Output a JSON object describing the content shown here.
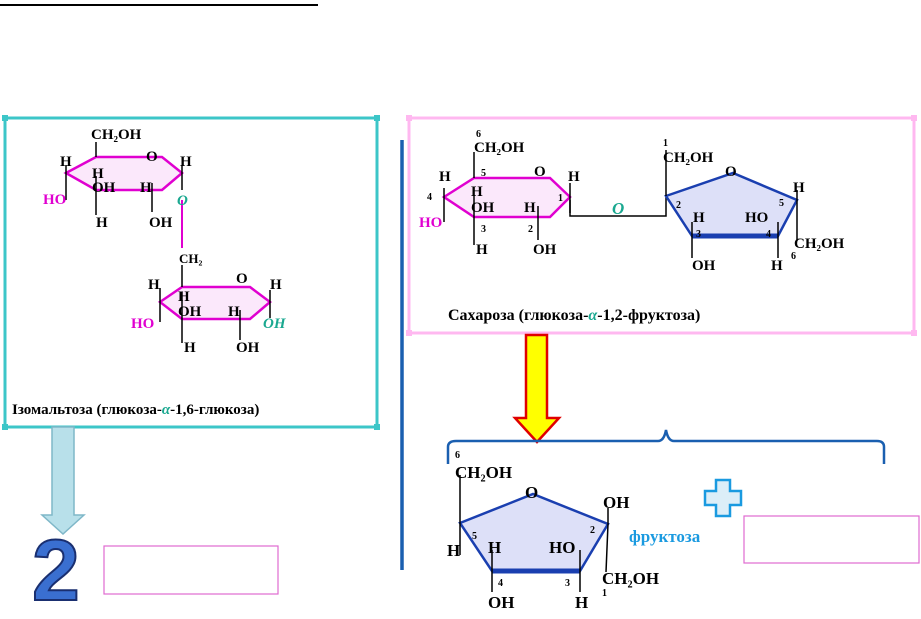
{
  "colors": {
    "teal_frame": "#3cc6c8",
    "pink_frame": "#ffb8f0",
    "magenta": "#e000d0",
    "blue": "#1a3fb0",
    "blue_fill": "#dde0f8",
    "pink_fill": "#fbe8fb",
    "green": "#1aa890",
    "cyan_text": "#1a9ae0",
    "arrow_yellow": "#ffff00",
    "arrow_red": "#e00000",
    "arrow_light": "#b8e0ea",
    "two_blue": "#3a6fd0"
  },
  "icons": [
    "down-arrow-icon",
    "plus-icon",
    "number-two-icon"
  ],
  "isomaltose": {
    "caption_prefix": "Ізомальтоза (глюкоза-",
    "caption_alpha": "α",
    "caption_suffix": "-1,6-глюкоза)",
    "top_ring": {
      "ch2oh": "CH₂OH",
      "O": "O",
      "h_tl": "H",
      "h_tr": "H",
      "h_in1": "H",
      "oh_in": "OH",
      "h_in2": "H",
      "ho": "HO",
      "h_bl": "H",
      "oh_br": "OH",
      "link_o": "O"
    },
    "bottom_ring": {
      "ch2": "CH₂",
      "O": "O",
      "h_tl": "H",
      "h_tr": "H",
      "h_in1": "H",
      "oh_in": "OH",
      "h_in2": "H",
      "ho": "HO",
      "oh_right": "OH",
      "h_bl": "H",
      "oh_br": "OH"
    }
  },
  "sucrose": {
    "caption_prefix": "Сахароза (глюкоза-",
    "caption_alpha": "α",
    "caption_suffix": "-1,2-фруктоза)",
    "glucose": {
      "n6": "6",
      "ch2oh": "CH₂OH",
      "O": "O",
      "n5": "5",
      "h_left": "H",
      "n4": "4",
      "h_in1": "H",
      "h_right": "H",
      "n1": "1",
      "oh_in": "OH",
      "h_in2": "H",
      "ho": "HO",
      "n3": "3",
      "n2": "2",
      "h_bot": "H",
      "oh_bot": "OH"
    },
    "link_o": "O",
    "fructose": {
      "n1": "1",
      "ch2oh_top": "CH₂OH",
      "O": "O",
      "h_right": "H",
      "n5": "5",
      "n2": "2",
      "h_in": "H",
      "ho_in": "HO",
      "n3": "3",
      "n4": "4",
      "ch2oh_right": "CH₂OH",
      "n6": "6",
      "oh_bot": "OH",
      "h_bot": "H"
    }
  },
  "fructose_product": {
    "n6": "6",
    "ch2oh_top": "CH₂OH",
    "O": "O",
    "oh_right": "OH",
    "n2": "2",
    "n5": "5",
    "h_left": "H",
    "h_in": "H",
    "ho_in": "HO",
    "n4": "4",
    "n3": "3",
    "oh_bot": "OH",
    "h_bot": "H",
    "ch2oh_bot": "CH₂OH",
    "n1": "1",
    "label": "фруктоза"
  },
  "answer_boxes": {
    "left": "",
    "right": ""
  },
  "big_number": "2"
}
